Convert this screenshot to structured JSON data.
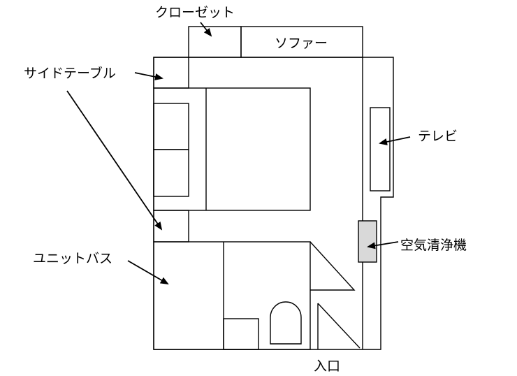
{
  "labels": {
    "closet": "クローゼット",
    "sofa": "ソファー",
    "side_table": "サイドテーブル",
    "tv": "テレビ",
    "air_purifier": "空気清浄機",
    "unit_bath": "ユニットバス",
    "entrance": "入口"
  },
  "colors": {
    "line": "#000000",
    "background": "#ffffff",
    "air_purifier_fill": "#d9d9d9"
  },
  "icons": {
    "arrow": "arrow-icon"
  }
}
